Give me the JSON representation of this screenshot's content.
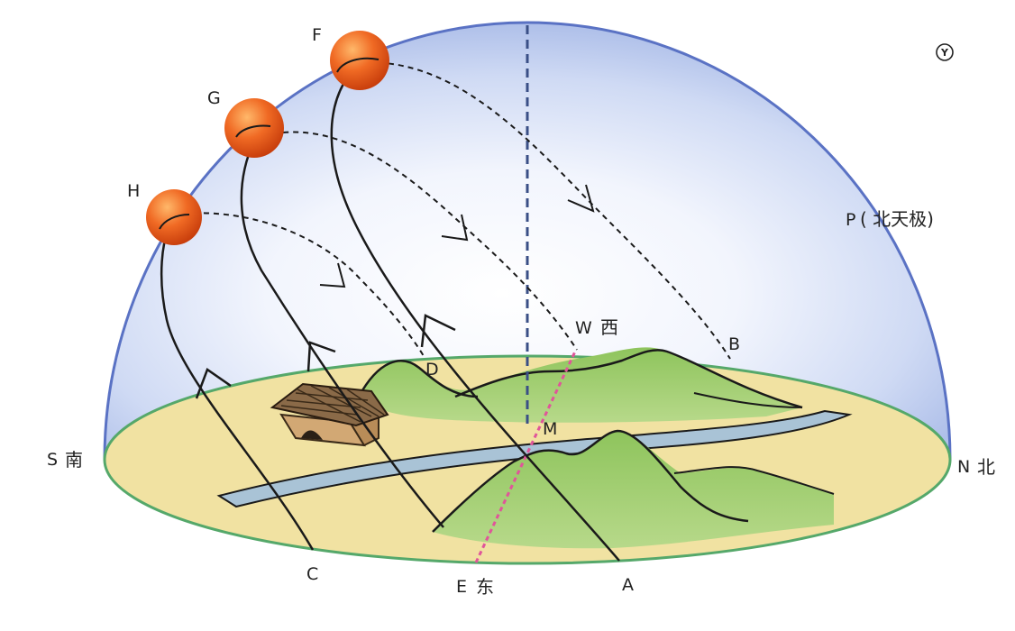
{
  "labels": {
    "F": "F",
    "G": "G",
    "H": "H",
    "A": "A",
    "B": "B",
    "C": "C",
    "D": "D",
    "M": "M",
    "E": "E",
    "E_cn": "东",
    "W": "W",
    "W_cn": "西",
    "S": "S",
    "S_cn": "南",
    "N": "N",
    "N_cn": "北",
    "P": "P",
    "P_cn": "( 北天极)",
    "badge": "Y"
  },
  "colors": {
    "dome_edge": "#5a72c4",
    "dome_fill": "#b9c9ee",
    "ground": "#f1e2a2",
    "ground_edge": "#55a86a",
    "hills": "#9dca6e",
    "river": "#a9c3d6",
    "sun": "#e8551a",
    "meridian": "#3a4f86",
    "east_west_line": "#e0559a"
  },
  "icons": [
    "sun-icon",
    "house-icon",
    "hill-icon",
    "river-icon",
    "arrow-icon"
  ]
}
